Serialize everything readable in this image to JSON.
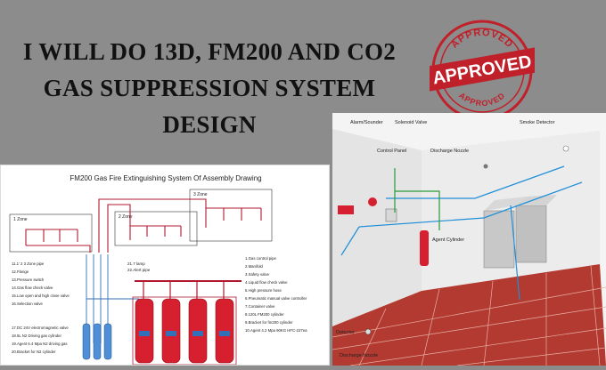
{
  "headline": {
    "line1": "I WILL DO 13D, FM200 AND CO2",
    "line2": "GAS SUPPRESSION SYSTEM",
    "line3": "DESIGN"
  },
  "stamp": {
    "top_text": "APPROVED",
    "center_text": "APPROVED",
    "bottom_text": "APPROVED",
    "color": "#c0202a"
  },
  "schematic": {
    "title": "FM200 Gas Fire Extinguishing System Of Assembly Drawing",
    "zones": [
      "1 Zone",
      "2 Zone",
      "3 Zone"
    ],
    "left_labels": [
      "11.1′ 2 3 Zone pipe",
      "12.Flange",
      "13.Pressure switch",
      "14.Gas flow check valve",
      "15.Low open and high close valve",
      "16.Selection valve",
      "17.DC 24V electromagnetic valve",
      "18.5L N2 Driving gas cylinder",
      "19.Agent 6.4 Mpa N2 driving gas",
      "20.Bracket for N2 cylinder"
    ],
    "right_labels": [
      "1.Gas control pipe",
      "2.Manifold",
      "3.Safety valve",
      "4.Liquid flow check valve",
      "5.High pressure hose",
      "6.Pneumatic manual valve controller",
      "7.Container valve",
      "8.120L FM200 cylinder",
      "9.Bracket for fm200 cylinder",
      "10.Agent 4.2 Mpa 90KG HFC-227ea"
    ],
    "mid_labels": [
      "21.7 lamp",
      "22.Alert pipe"
    ]
  },
  "room": {
    "labels": [
      "Alarm/Sounder",
      "Solenoid Valve",
      "Smoke Detector",
      "Control Panel",
      "Discharge Nozzle",
      "Agent Cylinder",
      "Detector",
      "Discharge Nozzle"
    ]
  }
}
